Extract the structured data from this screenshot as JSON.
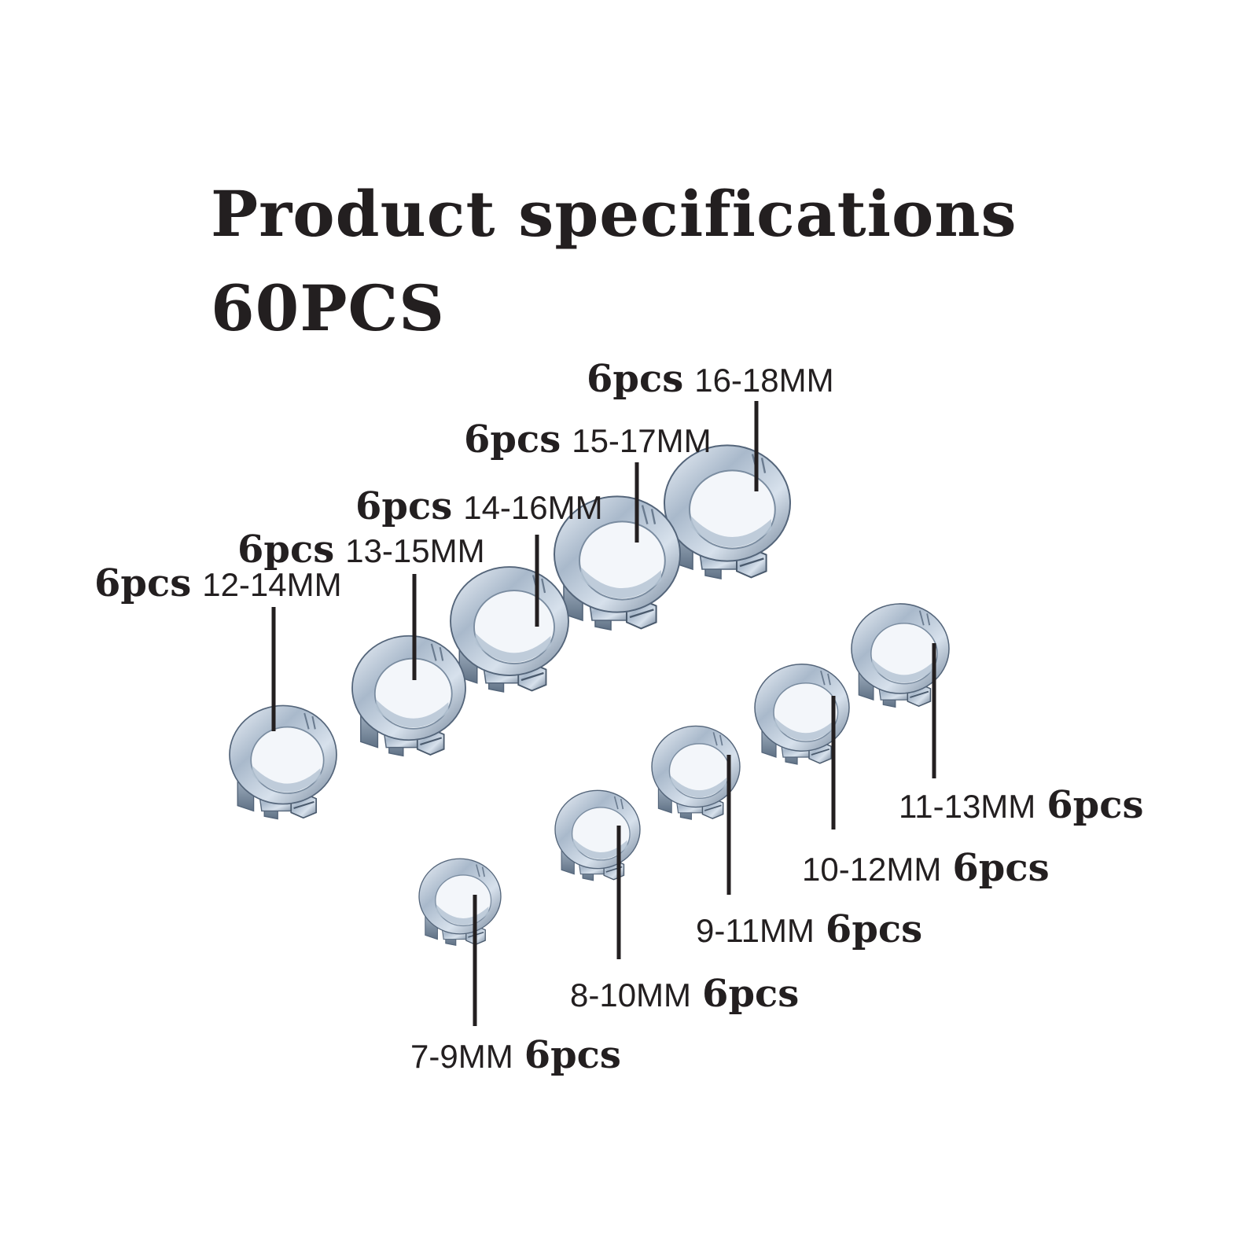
{
  "title": "Product specifications",
  "subtitle": "60PCS",
  "specs": [
    {
      "size": "12-14MM",
      "qty": "6pcs"
    },
    {
      "size": "13-15MM",
      "qty": "6pcs"
    },
    {
      "size": "14-16MM",
      "qty": "6pcs"
    },
    {
      "size": "15-17MM",
      "qty": "6pcs"
    },
    {
      "size": "16-18MM",
      "qty": "6pcs"
    },
    {
      "size": "11-13MM",
      "qty": "6pcs"
    },
    {
      "size": "10-12MM",
      "qty": "6pcs"
    },
    {
      "size": "9-11MM",
      "qty": "6pcs"
    },
    {
      "size": "8-10MM",
      "qty": "6pcs"
    },
    {
      "size": "7-9MM",
      "qty": "6pcs"
    }
  ]
}
